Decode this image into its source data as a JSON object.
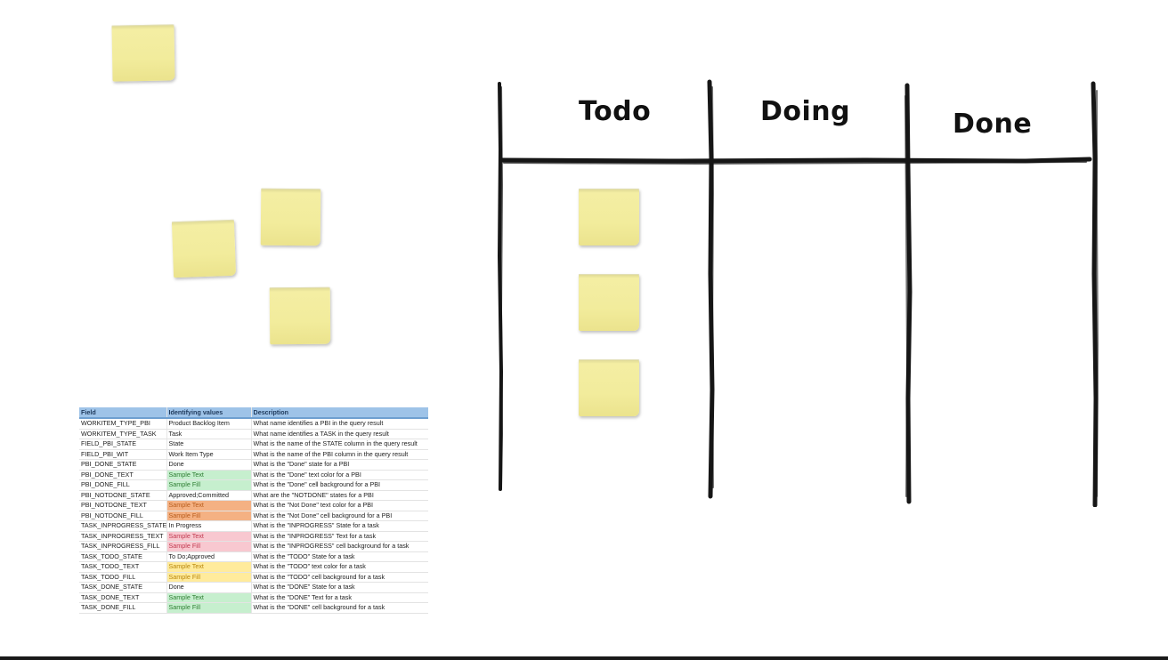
{
  "board": {
    "columns": [
      {
        "title": "Todo"
      },
      {
        "title": "Doing"
      },
      {
        "title": "Done"
      }
    ]
  },
  "sticky_notes": {
    "color": "#f2ec9c",
    "loose_count": 4,
    "todo_count": 3
  },
  "table": {
    "headers": [
      "Field",
      "Identifying values",
      "Description"
    ],
    "rows": [
      {
        "field": "WORKITEM_TYPE_PBI",
        "value": "Product Backlog Item",
        "description": "What name identifies a PBI in the query result",
        "fill": "",
        "text_color": ""
      },
      {
        "field": "WORKITEM_TYPE_TASK",
        "value": "Task",
        "description": "What name identifies a TASK in the query result",
        "fill": "",
        "text_color": ""
      },
      {
        "field": "FIELD_PBI_STATE",
        "value": "State",
        "description": "What is the name of the STATE column in the query result",
        "fill": "",
        "text_color": ""
      },
      {
        "field": "FIELD_PBI_WIT",
        "value": "Work Item Type",
        "description": "What is the name of the PBI column in the query result",
        "fill": "",
        "text_color": ""
      },
      {
        "field": "PBI_DONE_STATE",
        "value": "Done",
        "description": "What is the \"Done\" state for a PBI",
        "fill": "",
        "text_color": ""
      },
      {
        "field": "PBI_DONE_TEXT",
        "value": "Sample Text",
        "description": "What is the \"Done\" text color for a PBI",
        "fill": "#c6efce",
        "text_color": "#2e7d32"
      },
      {
        "field": "PBI_DONE_FILL",
        "value": "Sample Fill",
        "description": "What is the \"Done\" cell background for a PBI",
        "fill": "#c6efce",
        "text_color": "#2e7d32"
      },
      {
        "field": "PBI_NOTDONE_STATE",
        "value": "Approved;Committed",
        "description": "What are the \"NOTDONE\" states for a PBI",
        "fill": "",
        "text_color": ""
      },
      {
        "field": "PBI_NOTDONE_TEXT",
        "value": "Sample Text",
        "description": "What is the \"Not Done\" text color for a PBI",
        "fill": "#f4b183",
        "text_color": "#b85c1b"
      },
      {
        "field": "PBI_NOTDONE_FILL",
        "value": "Sample Fill",
        "description": "What is the \"Not Done\" cell background for a PBI",
        "fill": "#f4b183",
        "text_color": "#b85c1b"
      },
      {
        "field": "TASK_INPROGRESS_STATE",
        "value": "In Progress",
        "description": "What is the \"INPROGRESS\" State for a task",
        "fill": "",
        "text_color": ""
      },
      {
        "field": "TASK_INPROGRESS_TEXT",
        "value": "Sample Text",
        "description": "What is the \"INPROGRESS\" Text for a task",
        "fill": "#f8c8d0",
        "text_color": "#c0394f"
      },
      {
        "field": "TASK_INPROGRESS_FILL",
        "value": "Sample Fill",
        "description": "What is the \"INPROGRESS\" cell background for a task",
        "fill": "#f8c8d0",
        "text_color": "#c0394f"
      },
      {
        "field": "TASK_TODO_STATE",
        "value": "To Do;Approved",
        "description": "What is the \"TODO\" State for a task",
        "fill": "",
        "text_color": ""
      },
      {
        "field": "TASK_TODO_TEXT",
        "value": "Sample Text",
        "description": "What is the \"TODO\" text color for a task",
        "fill": "#ffeb9c",
        "text_color": "#b8860b"
      },
      {
        "field": "TASK_TODO_FILL",
        "value": "Sample Fill",
        "description": "What is the \"TODO\" cell background for a task",
        "fill": "#ffeb9c",
        "text_color": "#b8860b"
      },
      {
        "field": "TASK_DONE_STATE",
        "value": "Done",
        "description": "What is the \"DONE\" State for a task",
        "fill": "",
        "text_color": ""
      },
      {
        "field": "TASK_DONE_TEXT",
        "value": "Sample Text",
        "description": "What is the \"DONE\" Text for a task",
        "fill": "#c6efce",
        "text_color": "#2e7d32"
      },
      {
        "field": "TASK_DONE_FILL",
        "value": "Sample Fill",
        "description": "What is the \"DONE\" cell background for a task",
        "fill": "#c6efce",
        "text_color": "#2e7d32"
      }
    ]
  }
}
